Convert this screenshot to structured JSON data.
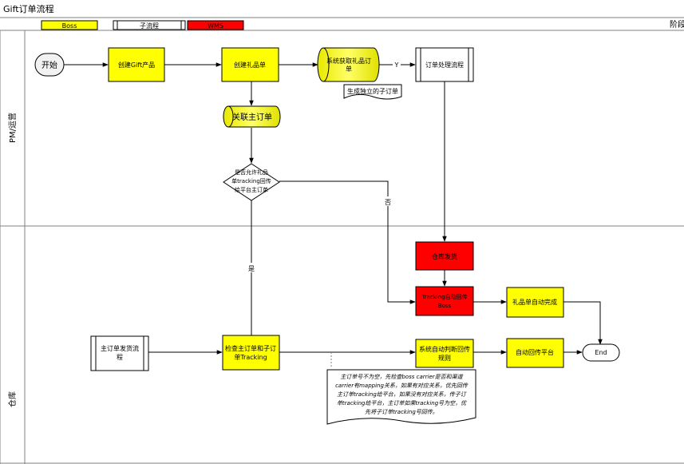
{
  "diagram": {
    "title": "Gift订单流程",
    "phase_label": "阶段",
    "legend": [
      {
        "id": "boss",
        "label": "Boss",
        "color": "#ffff00"
      },
      {
        "id": "sub",
        "label": "子流程",
        "color": "#ffffff"
      },
      {
        "id": "wms",
        "label": "WMS",
        "color": "#ff0000"
      }
    ],
    "lanes": [
      {
        "id": "pm",
        "label": "PM/运营"
      },
      {
        "id": "wh",
        "label": "仓库"
      }
    ],
    "nodes": {
      "start": "开始",
      "create_gift": "创建Gift产品",
      "create_order": "创建礼品单",
      "sys_fetch_1": "系统获取礼品订",
      "sys_fetch_2": "单",
      "doc_sub_order": "生成独立的子订单",
      "order_process": "订单处理流程",
      "link_main": "关联主订单",
      "decision_1": "是否允许礼品",
      "decision_2": "单tracking回传",
      "decision_3": "给平台主订单",
      "wh_ship": "仓库发货",
      "tracking_1": "Tracking自动回传",
      "tracking_2": "Boss",
      "gift_auto_done": "礼品单自动完成",
      "main_ship_1": "主订单发货流",
      "main_ship_2": "程",
      "check_1": "检查主订单和子订",
      "check_2": "单Tracking",
      "auto_rule_1": "系统自动判断回传",
      "auto_rule_2": "规则",
      "auto_post": "自动回传平台",
      "end": "End"
    },
    "edge_labels": {
      "yes_y": "Y",
      "no": "否",
      "yes": "是"
    },
    "note_lines": [
      "主订单号不为空，先检查boss carrier是否和渠道",
      "carrier有mapping关系，如果有对应关系，优先回传",
      "主订单tracking给平台，如果没有对应关系，传子订",
      "单tracking给平台，主订单如果tracking号为空，优",
      "先将子订单tracking号回传。"
    ],
    "colors": {
      "boss": "#ffff00",
      "wms": "#ff0000",
      "line": "#000000",
      "grid": "#808080"
    }
  }
}
